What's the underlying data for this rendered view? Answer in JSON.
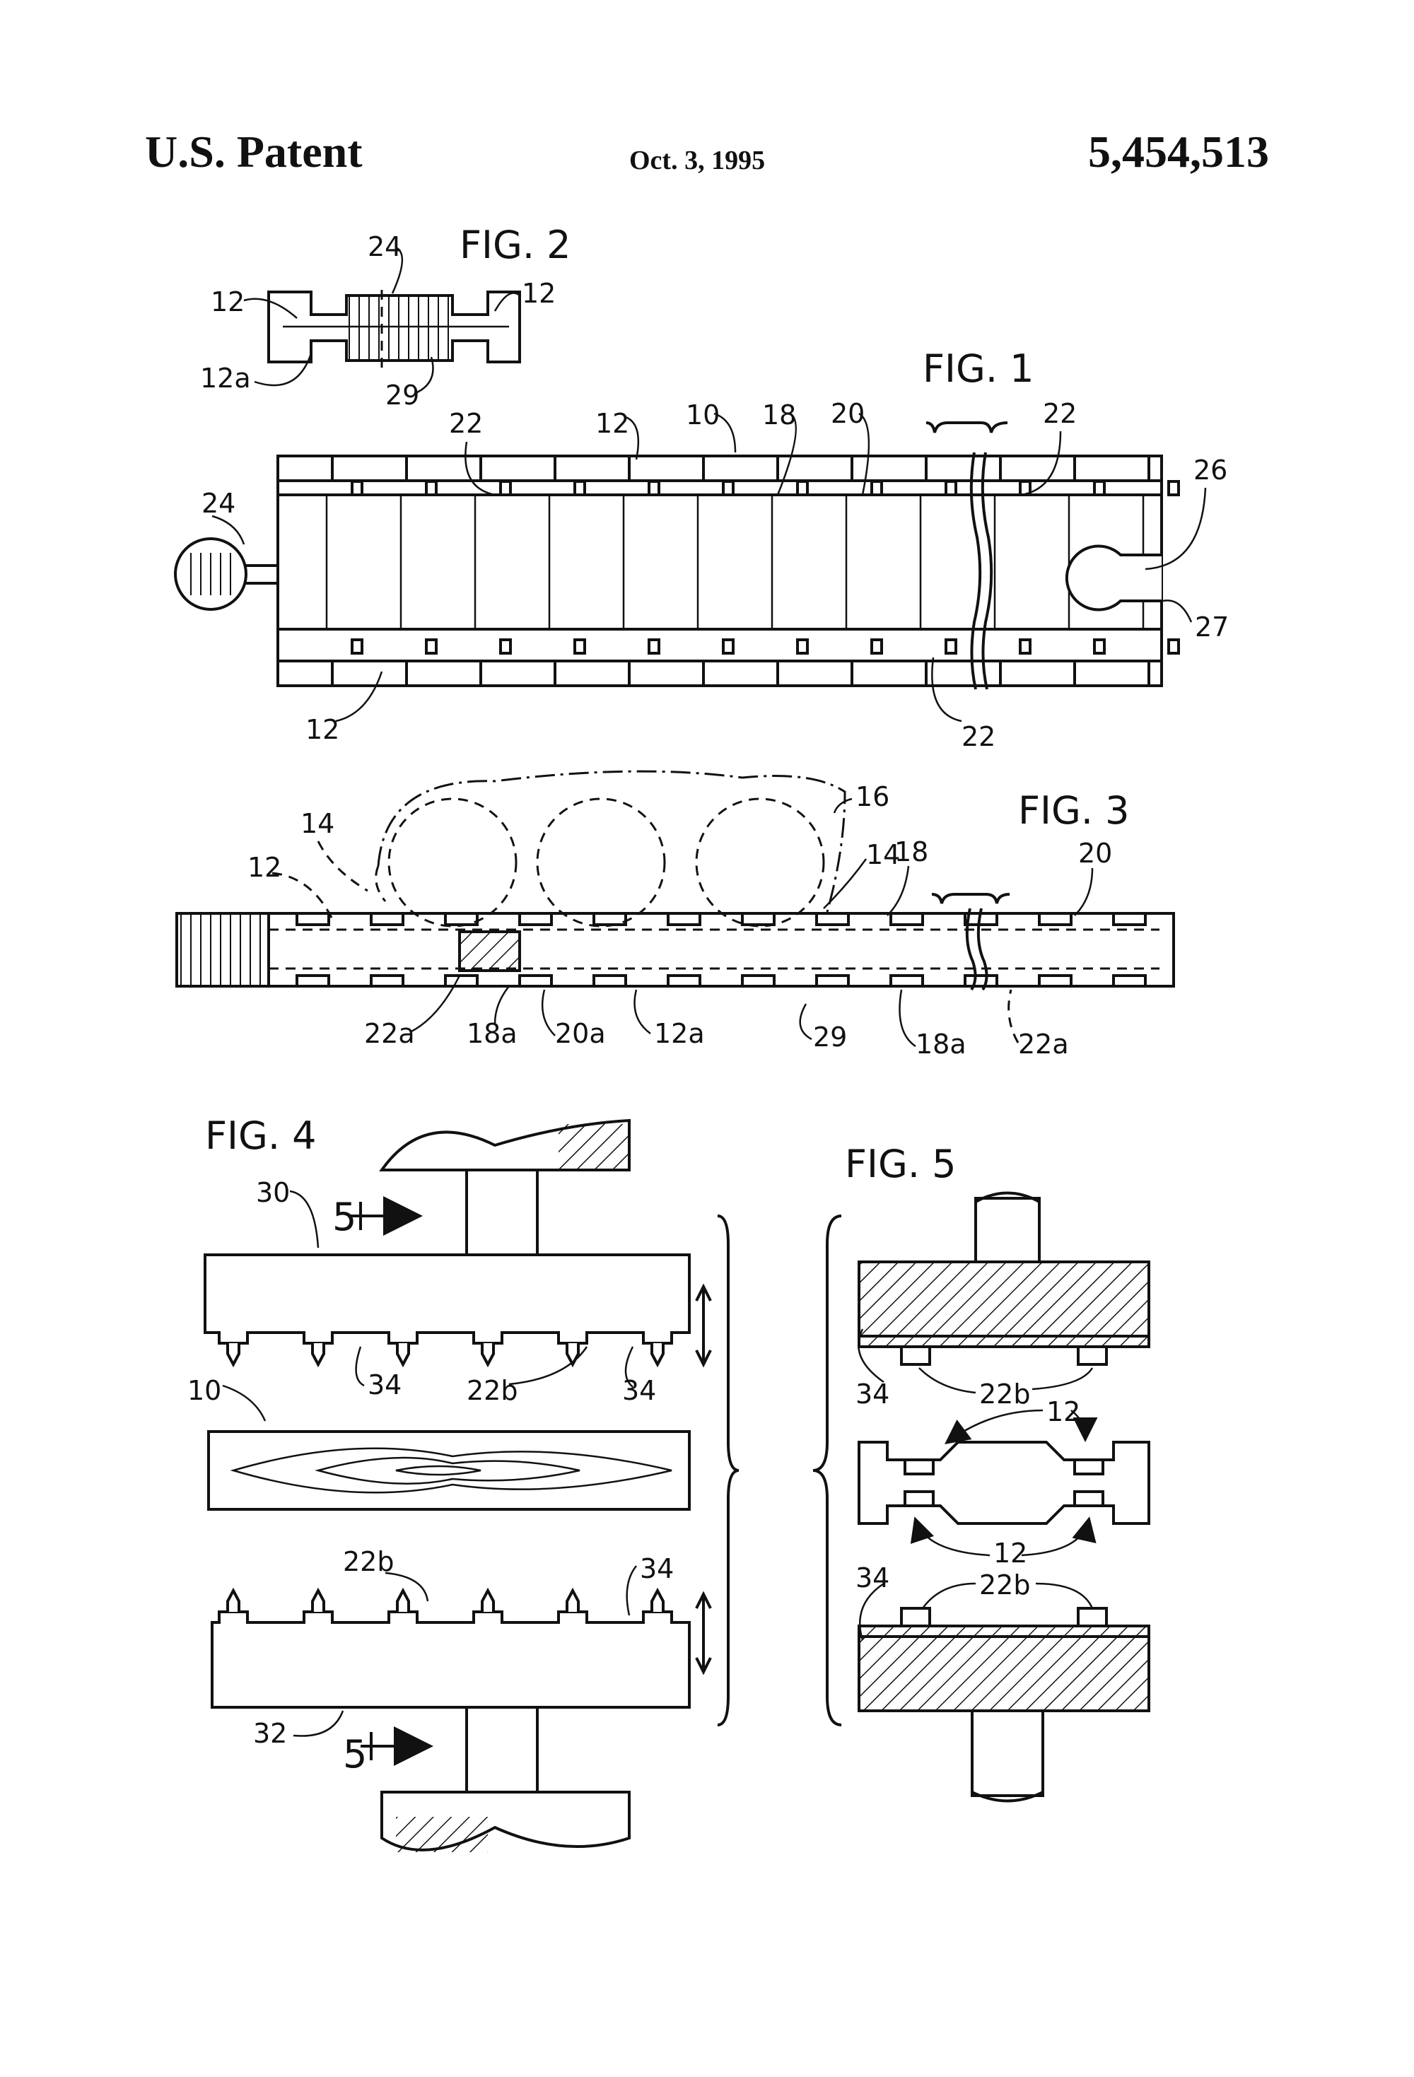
{
  "header": {
    "left": "U.S. Patent",
    "date": "Oct. 3, 1995",
    "number": "5,454,513"
  },
  "figures": {
    "fig1": {
      "label": "FIG. 1",
      "refs": {
        "r12a": "12",
        "r12b": "12",
        "r10": "10",
        "r18": "18",
        "r20": "20",
        "r22a": "22",
        "r22b": "22",
        "r22c": "22",
        "r24": "24",
        "r26": "26",
        "r27": "27"
      }
    },
    "fig2": {
      "label": "FIG. 2",
      "refs": {
        "r24": "24",
        "r12l": "12",
        "r12r": "12",
        "r12a": "12a",
        "r29": "29"
      }
    },
    "fig3": {
      "label": "FIG. 3",
      "refs": {
        "r16": "16",
        "r14l": "14",
        "r14r": "14",
        "r12": "12",
        "r18": "18",
        "r20": "20",
        "r22a1": "22a",
        "r18a1": "18a",
        "r20a": "20a",
        "r12a": "12a",
        "r29": "29",
        "r18a2": "18a",
        "r22a2": "22a"
      }
    },
    "fig4": {
      "label": "FIG. 4",
      "refs": {
        "r30": "30",
        "r5top": "5",
        "r34a": "34",
        "r22b1": "22b",
        "r34b": "34",
        "r10": "10",
        "r22b2": "22b",
        "r34c": "34",
        "r32": "32",
        "r5bot": "5"
      }
    },
    "fig5": {
      "label": "FIG. 5",
      "refs": {
        "r34a": "34",
        "r22b1": "22b",
        "r12t": "12",
        "r12b": "12",
        "r34b": "34",
        "r22b2": "22b"
      }
    }
  }
}
